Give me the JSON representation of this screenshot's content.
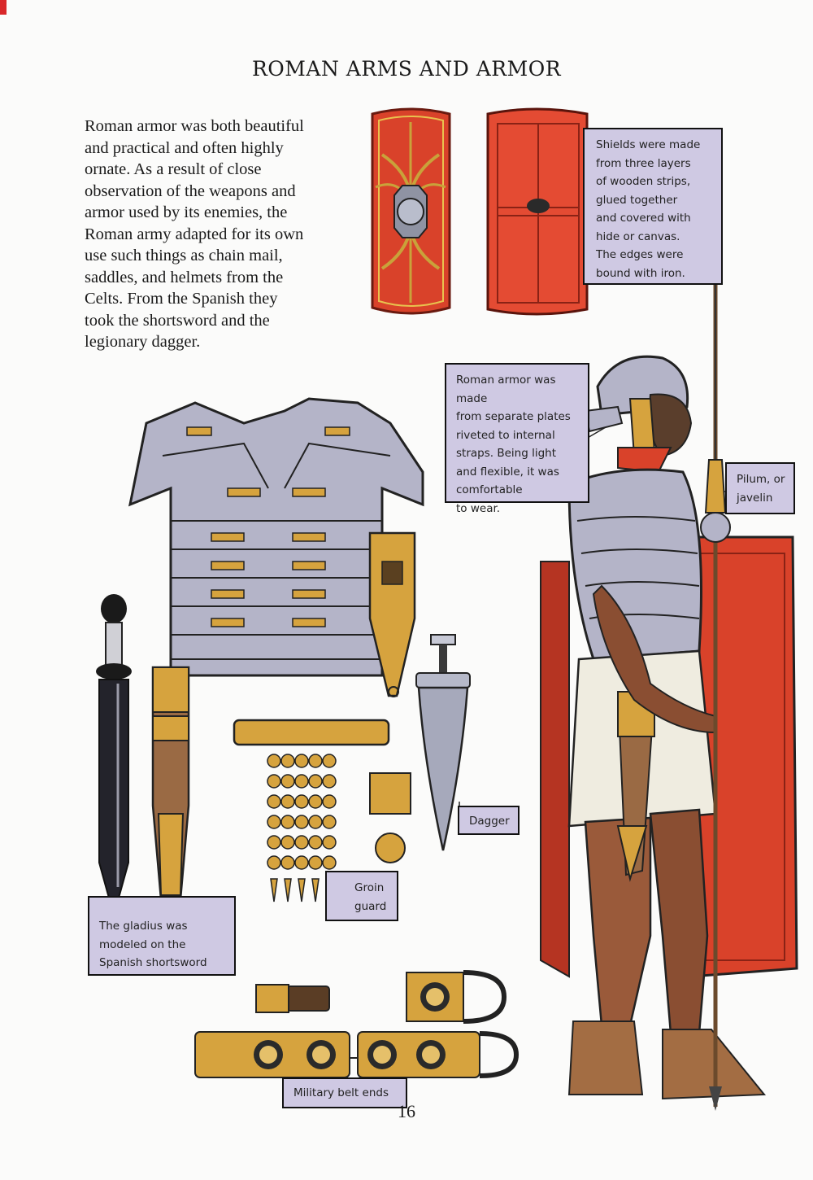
{
  "page": {
    "title": "ROMAN ARMS AND ARMOR",
    "page_number": "16"
  },
  "intro_lines": [
    "Roman armor was both beautiful",
    "and practical and often highly",
    "ornate. As a result of close",
    "observation of the weapons and",
    "armor used by its enemies, the",
    "Roman army adapted for its own",
    "use such things as chain mail,",
    "saddles, and helmets from the",
    "Celts. From the Spanish they",
    "took the shortsword and the",
    "legionary dagger."
  ],
  "captions": {
    "shields": [
      "Shields were made",
      "from three layers",
      "of wooden strips,",
      "glued together",
      "and covered with",
      "hide or canvas.",
      "The edges were",
      "bound with iron."
    ],
    "armor": [
      "Roman armor was made",
      "from separate plates",
      "riveted to internal",
      "straps. Being light",
      "and flexible, it was",
      "comfortable",
      "to wear."
    ],
    "pilum": [
      "Pilum, or",
      "javelin"
    ],
    "dagger": [
      "Dagger"
    ],
    "groin_guard": [
      "Groin",
      "guard"
    ],
    "gladius": [
      "The gladius was",
      "modeled on the",
      "Spanish shortsword"
    ],
    "belt_ends": [
      "Military belt ends"
    ]
  },
  "colors": {
    "caption_bg": "#cfc9e3",
    "shield_red": "#d9422a",
    "brass": "#d6a33e",
    "steel": "#b4b4c8"
  }
}
